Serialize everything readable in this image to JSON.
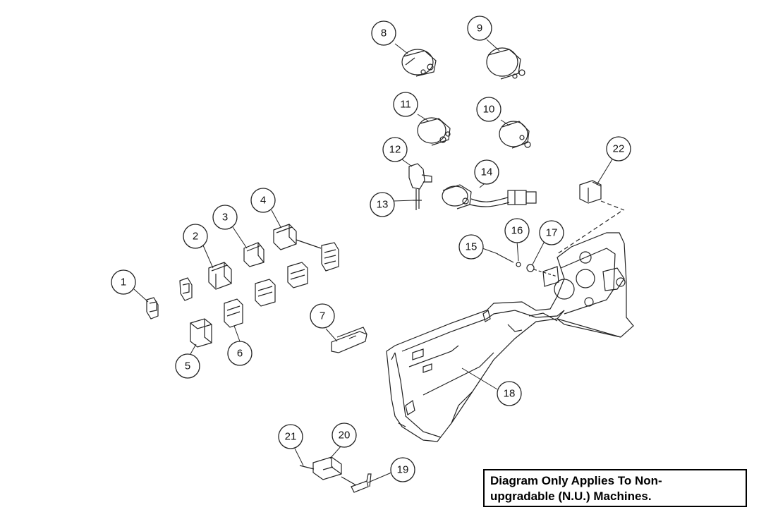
{
  "diagram": {
    "callouts": [
      "1",
      "2",
      "3",
      "4",
      "5",
      "6",
      "7",
      "8",
      "9",
      "10",
      "11",
      "12",
      "13",
      "14",
      "15",
      "16",
      "17",
      "18",
      "19",
      "20",
      "21",
      "22"
    ]
  },
  "note": {
    "line1": "Diagram Only Applies To Non-",
    "line2": "upgradable (N.U.) Machines."
  }
}
